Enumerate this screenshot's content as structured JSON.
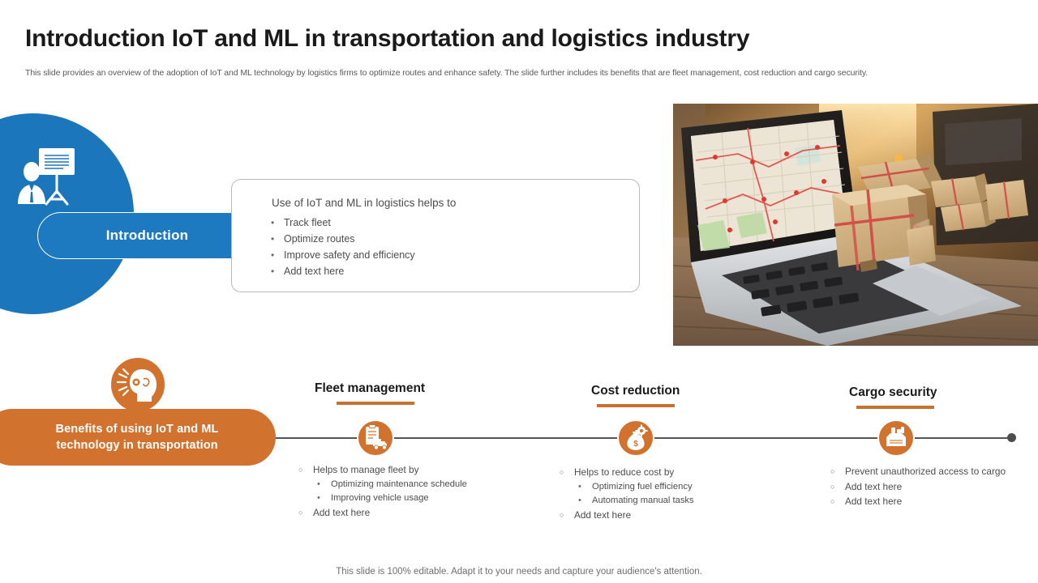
{
  "header": {
    "title": "Introduction IoT and ML in transportation and logistics industry",
    "subtitle": "This slide provides an overview of the adoption of IoT and ML technology by logistics firms to optimize routes and enhance safety. The slide further includes its benefits that are fleet management, cost reduction and cargo security."
  },
  "colors": {
    "blue_circle": "#1b76bc",
    "blue_pill": "#1e7ac0",
    "orange": "#d2722f",
    "underline": "#c9702f",
    "timeline": "#555555"
  },
  "intro": {
    "pill_label": "Introduction",
    "icon": "presenter-board-icon",
    "box_heading": "Use of IoT and ML in logistics helps to",
    "bullets": [
      "Track fleet",
      "Optimize routes",
      "Improve  safety and efficiency",
      "Add text here"
    ]
  },
  "photo": {
    "alt": "Laptop displaying a navigation map with cardboard delivery boxes stacked on the keyboard"
  },
  "benefits": {
    "banner_line1": "Benefits of using IoT and ML",
    "banner_line2": "technology in transportation",
    "banner_icon": "head-announcement-icon",
    "columns": [
      {
        "title": "Fleet management",
        "icon": "clipboard-truck-icon",
        "items": [
          {
            "text": "Helps to manage fleet by",
            "sub": [
              "Optimizing maintenance schedule",
              "Improving vehicle usage"
            ]
          },
          {
            "text": "Add text here",
            "sub": []
          }
        ]
      },
      {
        "title": "Cost reduction",
        "icon": "money-bag-gear-icon",
        "items": [
          {
            "text": "Helps to reduce cost by",
            "sub": [
              "Optimizing fuel efficiency",
              "Automating manual tasks"
            ]
          },
          {
            "text": "Add text here",
            "sub": []
          }
        ]
      },
      {
        "title": "Cargo security",
        "icon": "cargo-crate-icon",
        "items": [
          {
            "text": "Prevent unauthorized access to cargo",
            "sub": []
          },
          {
            "text": "Add text here",
            "sub": []
          },
          {
            "text": "Add text here",
            "sub": []
          }
        ]
      }
    ]
  },
  "footer": {
    "note": "This slide is 100% editable. Adapt it to your needs and capture your audience's attention."
  }
}
